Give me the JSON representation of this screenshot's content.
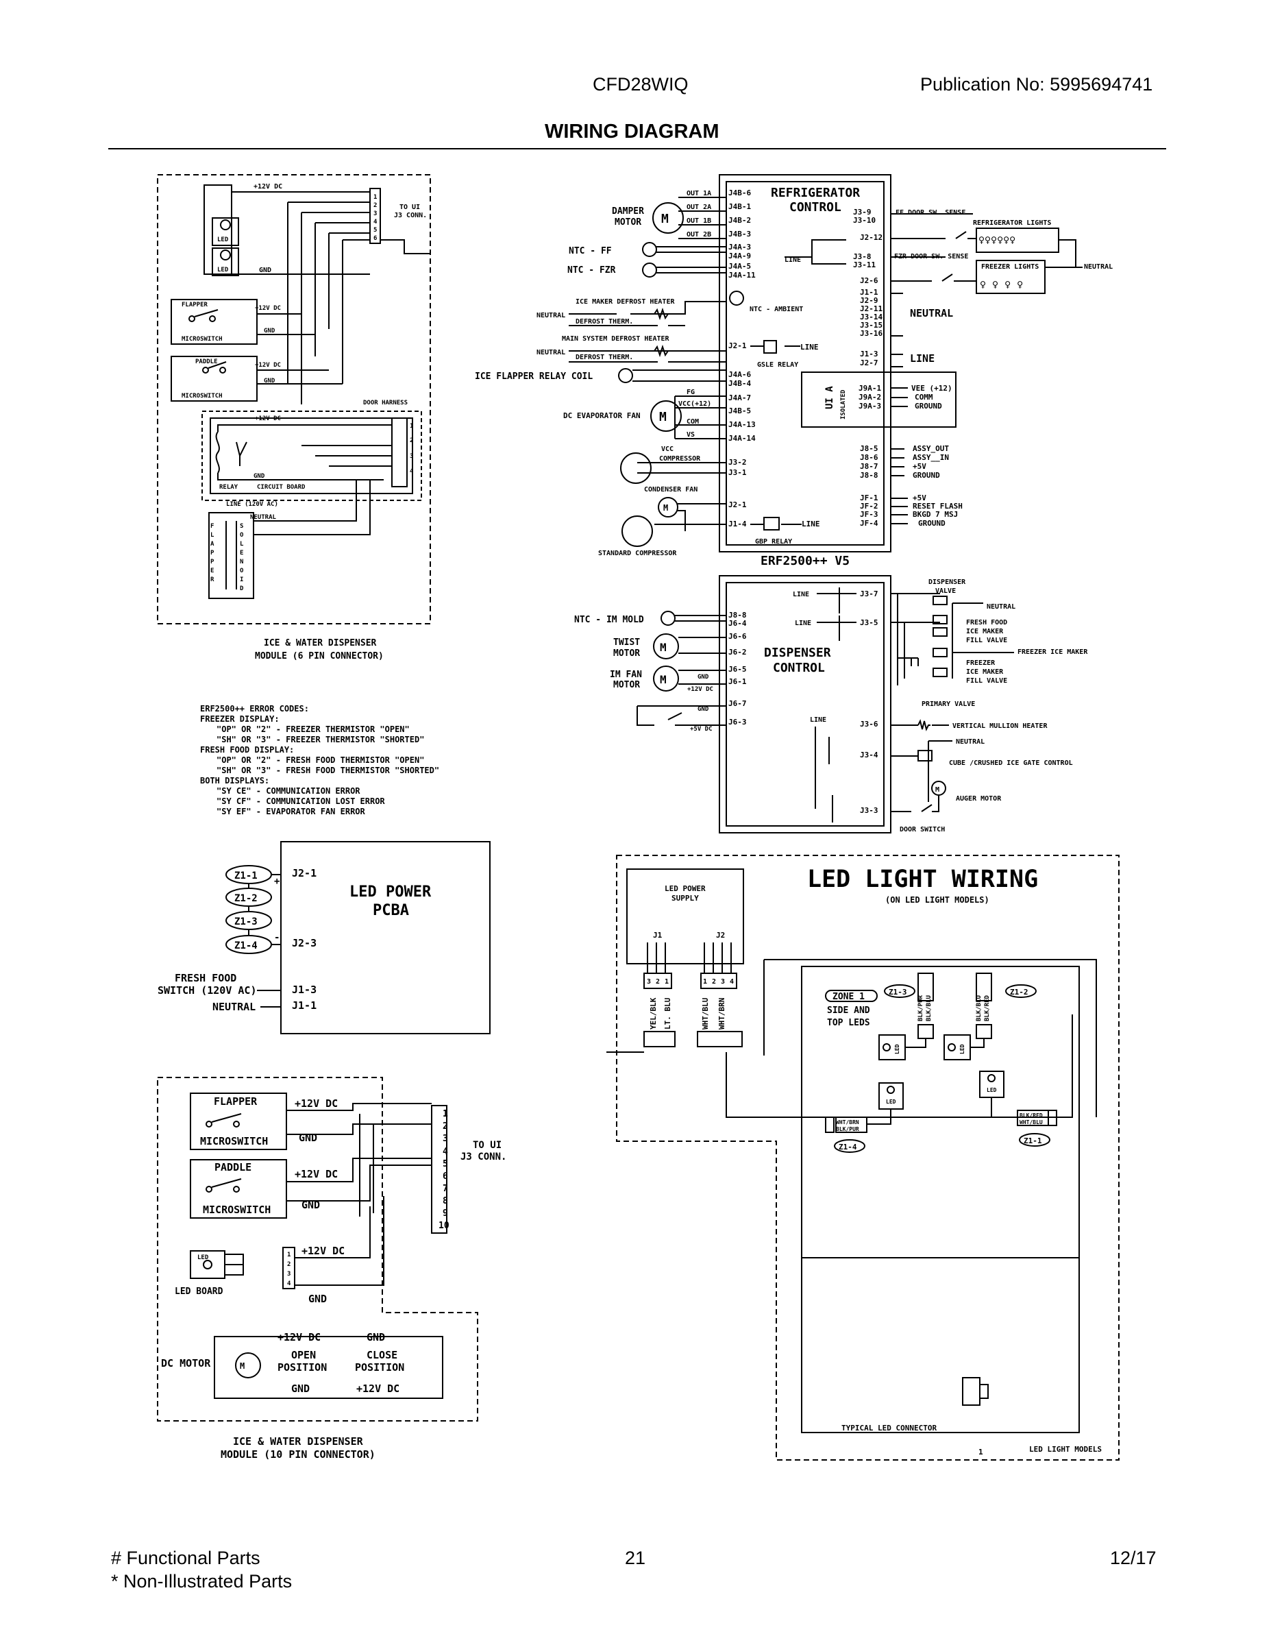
{
  "header": {
    "model": "CFD28WIQ",
    "publication": "Publication No:  5995694741",
    "title": "WIRING DIAGRAM"
  },
  "footer": {
    "functional": "# Functional Parts",
    "non_illustrated": "* Non-Illustrated Parts",
    "page": "21",
    "date": "12/17"
  },
  "dispenser6": {
    "plus12_top": "+12V DC",
    "led": "LED",
    "gnd": "GND",
    "to_ui_1": "TO UI",
    "to_ui_2": "J3 CONN.",
    "pins": [
      "1",
      "2",
      "3",
      "4",
      "5",
      "6"
    ],
    "flapper": "FLAPPER",
    "micro": "MICROSWITCH",
    "plus12": "+12V DC",
    "paddle": "PADDLE",
    "door_harness": "DOOR HARNESS",
    "relay": "RELAY",
    "circuit_board": "CIRCUIT BOARD",
    "line": "LINE (120V AC)",
    "neutral": "NEUTRAL",
    "flapper_v": [
      "F",
      "L",
      "A",
      "P",
      "P",
      "E",
      "R"
    ],
    "solenoid_v": [
      "S",
      "O",
      "L",
      "E",
      "N",
      "O",
      "I",
      "D"
    ],
    "harness_pins": [
      "1",
      "2",
      "3",
      "4"
    ],
    "caption1": "ICE & WATER DISPENSER",
    "caption2": "MODULE (6 PIN CONNECTOR)"
  },
  "errors": {
    "lines": [
      "ERF2500++ ERROR CODES:",
      "FREEZER DISPLAY:",
      "\"OP\" OR \"2\" - FREEZER THERMISTOR \"OPEN\"",
      "\"SH\" OR \"3\" - FREEZER THERMISTOR \"SHORTED\"",
      "FRESH FOOD DISPLAY:",
      "\"OP\" OR \"2\" - FRESH FOOD THERMISTOR \"OPEN\"",
      "\"SH\" OR \"3\" - FRESH FOOD THERMISTOR \"SHORTED\"",
      "BOTH DISPLAYS:",
      "\"SY CE\" - COMMUNICATION ERROR",
      "\"SY CF\" - COMMUNICATION LOST ERROR",
      "\"SY EF\" - EVAPORATOR FAN ERROR"
    ]
  },
  "control": {
    "title1": "REFRIGERATOR",
    "title2": "CONTROL",
    "model": "ERF2500++ V5",
    "outs": [
      "OUT 1A",
      "OUT 2A",
      "OUT 1B",
      "OUT 2B"
    ],
    "damper1": "DAMPER",
    "damper2": "MOTOR",
    "ntc_ff": "NTC  - FF",
    "ntc_fzr": "NTC  - FZR",
    "ntc_amb": "NTC  - AMBIENT",
    "left_pins": [
      "J4B-6",
      "J4B-1",
      "J4B-2",
      "J4B-3",
      "J4A-3",
      "J4A-9",
      "J4A-5",
      "J4A-11"
    ],
    "ice_maker_heater": "ICE MAKER DEFROST HEATER",
    "neutral": "NEUTRAL",
    "defrost_therm": "DEFROST THERM.",
    "main_heater": "MAIN SYSTEM DEFROST HEATER",
    "j2_1": "J2-1",
    "line": "LINE",
    "gsle": "GSLE RELAY",
    "flapper_coil": "ICE FLAPPER RELAY COIL",
    "fan_pins": [
      "J4A-6",
      "J4B-4",
      "J4A-7",
      "J4B-5",
      "J4A-13",
      "J4A-14"
    ],
    "fg": "FG",
    "vcc12": "VCC(+12)",
    "com": "COM",
    "vs": "VS",
    "evap_fan": "DC EVAPORATOR FAN",
    "vcc": "VCC",
    "compressor": "COMPRESSOR",
    "j3_2": "J3-2",
    "j3_1": "J3-1",
    "condenser": "CONDENSER FAN",
    "j1_4": "J1-4",
    "gbp": "GBP RELAY",
    "std_comp": "STANDARD COMPRESSOR",
    "right_pins_a": [
      "J3-9",
      "J3-10",
      "J2-12"
    ],
    "ff_door": "FF DOOR SW. SENSE",
    "fridge_lights": "REFRIGERATOR LIGHTS",
    "right_pins_b": [
      "J3-8",
      "J3-11",
      "J2-6"
    ],
    "fzr_door": "FZR DOOR SW. SENSE",
    "freezer_lights": "FREEZER LIGHTS",
    "neutral_r": "NEUTRAL",
    "neutral_pins": [
      "J1-1",
      "J2-9",
      "J2-11",
      "J3-14",
      "J3-15",
      "J3-16"
    ],
    "neutral_big": "NEUTRAL",
    "line_pins": [
      "J1-3",
      "J2-7"
    ],
    "line_big": "LINE",
    "ui_a": "UI A",
    "isolated": "ISOLATED",
    "j9a": [
      "J9A-1",
      "J9A-2",
      "J9A-3"
    ],
    "vee": [
      "VEE (+12)",
      "COMM",
      "GROUND"
    ],
    "j8": [
      "J8-5",
      "J8-6",
      "J8-7",
      "J8-8"
    ],
    "assy": [
      "ASSY_OUT",
      "ASSY__IN",
      "+5V",
      "GROUND"
    ],
    "jf": [
      "JF-1",
      "JF-2",
      "JF-3",
      "JF-4"
    ],
    "jfl": [
      "+5V",
      "RESET  FLASH",
      "BKGD 7 MSJ",
      "GROUND"
    ]
  },
  "dispctl": {
    "title1": "DISPENSER",
    "title2": "CONTROL",
    "line": "LINE",
    "j3_7": "J3-7",
    "j3_5": "J3-5",
    "ntc_im": "NTC - IM MOLD",
    "twist1": "TWIST",
    "twist2": "MOTOR",
    "imfan1": "IM FAN",
    "imfan2": "MOTOR",
    "pins": [
      "J8-8",
      "J6-4",
      "J6-6",
      "J6-2",
      "J6-5",
      "J6-1",
      "J6-7",
      "J6-3"
    ],
    "gnd": "GND",
    "p12": "+12V DC",
    "p5": "+5V DC",
    "valve1": "DISPENSER",
    "valve2": "VALVE",
    "neutral": "NEUTRAL",
    "ff_ice": [
      "FRESH FOOD",
      "ICE MAKER",
      "FILL VALVE"
    ],
    "fzr_im": "FREEZER ICE MAKER",
    "fzr_ice": [
      "FREEZER",
      "ICE MAKER",
      "FILL VALVE"
    ],
    "primary": "PRIMARY VALVE",
    "j3_6": "J3-6",
    "mullion": "VERTICAL MULLION HEATER",
    "j3_4": "J3-4",
    "cube": "CUBE /CRUSHED ICE GATE CONTROL",
    "auger": "AUGER MOTOR",
    "j3_3": "J3-3",
    "door_switch": "DOOR SWITCH"
  },
  "ledpower": {
    "zones": [
      "Z1-1",
      "Z1-2",
      "Z1-3",
      "Z1-4"
    ],
    "plus": "+",
    "minus": "-",
    "j2_1": "J2-1",
    "j2_3": "J2-3",
    "title1": "LED POWER",
    "title2": "PCBA",
    "ff1": "FRESH FOOD",
    "ff2": "SWITCH (120V AC)",
    "neutral": "NEUTRAL",
    "j1_3": "J1-3",
    "j1_1": "J1-1"
  },
  "dispenser10": {
    "flapper": "FLAPPER",
    "micro": "MICROSWITCH",
    "p12": "+12V DC",
    "gnd": "GND",
    "paddle": "PADDLE",
    "pins": [
      "1",
      "2",
      "3",
      "4",
      "5",
      "6",
      "7",
      "8",
      "9",
      "10"
    ],
    "to_ui_1": "TO UI",
    "to_ui_2": "J3 CONN.",
    "led": "LED",
    "led_board": "LED BOARD",
    "small_pins": [
      "1",
      "2",
      "3",
      "4"
    ],
    "dc_motor": "DC MOTOR",
    "open1": "OPEN",
    "open2": "POSITION",
    "close1": "CLOSE",
    "close2": "POSITION",
    "caption1": "ICE & WATER DISPENSER",
    "caption2": "MODULE (10 PIN CONNECTOR)"
  },
  "ledwiring": {
    "title": "LED LIGHT WIRING",
    "subtitle": "(ON LED LIGHT MODELS)",
    "psu1": "LED POWER",
    "psu2": "SUPPLY",
    "j1": "J1",
    "j2": "J2",
    "j1_pins": [
      "3",
      "2",
      "1"
    ],
    "j2_pins": [
      "1",
      "2",
      "3",
      "4"
    ],
    "wires": [
      "YEL/BLK",
      "LT. BLU",
      "WHT/BLU",
      "WHT/BRN"
    ],
    "zone1": "ZONE 1",
    "zone2": "SIDE AND",
    "zone3": "TOP LEDS",
    "z13": "Z1-3",
    "z12": "Z1-2",
    "z14": "Z1-4",
    "z11": "Z1-1",
    "bp1": "BLK/PUR",
    "bp2": "BLK/BLU",
    "br1": "BLK/BLU",
    "br2": "BLK/RED",
    "wb1": "WHT/BRN",
    "wb2": "BLK/PUR",
    "rb1": "BLK/RED",
    "rb2": "WHT/BLU",
    "led": "LED",
    "typical": "TYPICAL LED CONNECTOR",
    "one": "1",
    "models": "LED LIGHT MODELS"
  }
}
